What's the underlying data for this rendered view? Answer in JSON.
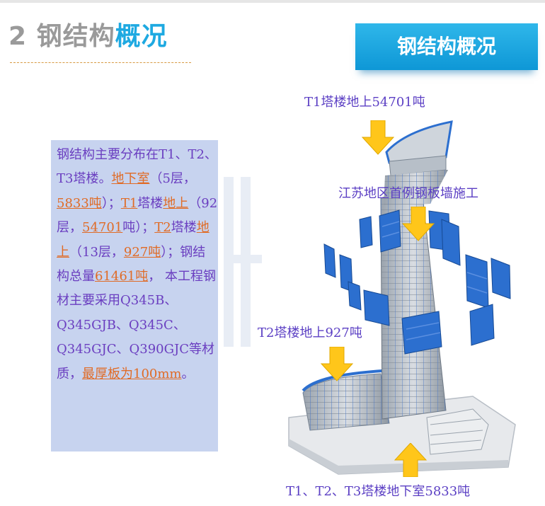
{
  "header": {
    "number": "2",
    "title_plain": "钢结构",
    "title_highlight": "概况",
    "badge": "钢结构概况"
  },
  "description": {
    "segments": [
      {
        "text": "钢结构主要分布在T1、T2、T3塔楼。",
        "u": false
      },
      {
        "text": "地下室",
        "u": true
      },
      {
        "text": "（5层，",
        "u": false
      },
      {
        "text": "5833吨",
        "u": true
      },
      {
        "text": "）；",
        "u": false
      },
      {
        "text": "T1",
        "u": true
      },
      {
        "text": "塔楼",
        "u": false
      },
      {
        "text": "地上",
        "u": true
      },
      {
        "text": "（92层，",
        "u": false
      },
      {
        "text": "54701",
        "u": true
      },
      {
        "text": "吨）；",
        "u": false
      },
      {
        "text": "T2",
        "u": true
      },
      {
        "text": "塔楼",
        "u": false
      },
      {
        "text": "地上",
        "u": true
      },
      {
        "text": "（13层，",
        "u": false
      },
      {
        "text": "927吨",
        "u": true
      },
      {
        "text": "）；钢结构总量",
        "u": false
      },
      {
        "text": "61461吨",
        "u": true
      },
      {
        "text": "， 本工程钢材主要采用Q345B、Q345GJB、Q345C、Q345GJC、Q390GJC等材质，",
        "u": false
      },
      {
        "text": "最厚板为100mm",
        "u": true
      },
      {
        "text": "。",
        "u": false
      }
    ]
  },
  "callouts": {
    "t1_above": "T1塔楼地上54701吨",
    "plate_wall": "江苏地区首例钢板墙施工",
    "t2_above": "T2塔楼地上927吨",
    "basement": "T1、T2、T3塔楼地下室5833吨"
  },
  "colors": {
    "accent": "#1ea9e1",
    "title_grey": "#9a9a9a",
    "text_purple": "#6a3ec0",
    "underline_orange": "#e06b26",
    "text_box_bg": "#c7d3ef",
    "arrow_yellow": "#ffc61a",
    "steel_blue": "#2c6fcf"
  }
}
